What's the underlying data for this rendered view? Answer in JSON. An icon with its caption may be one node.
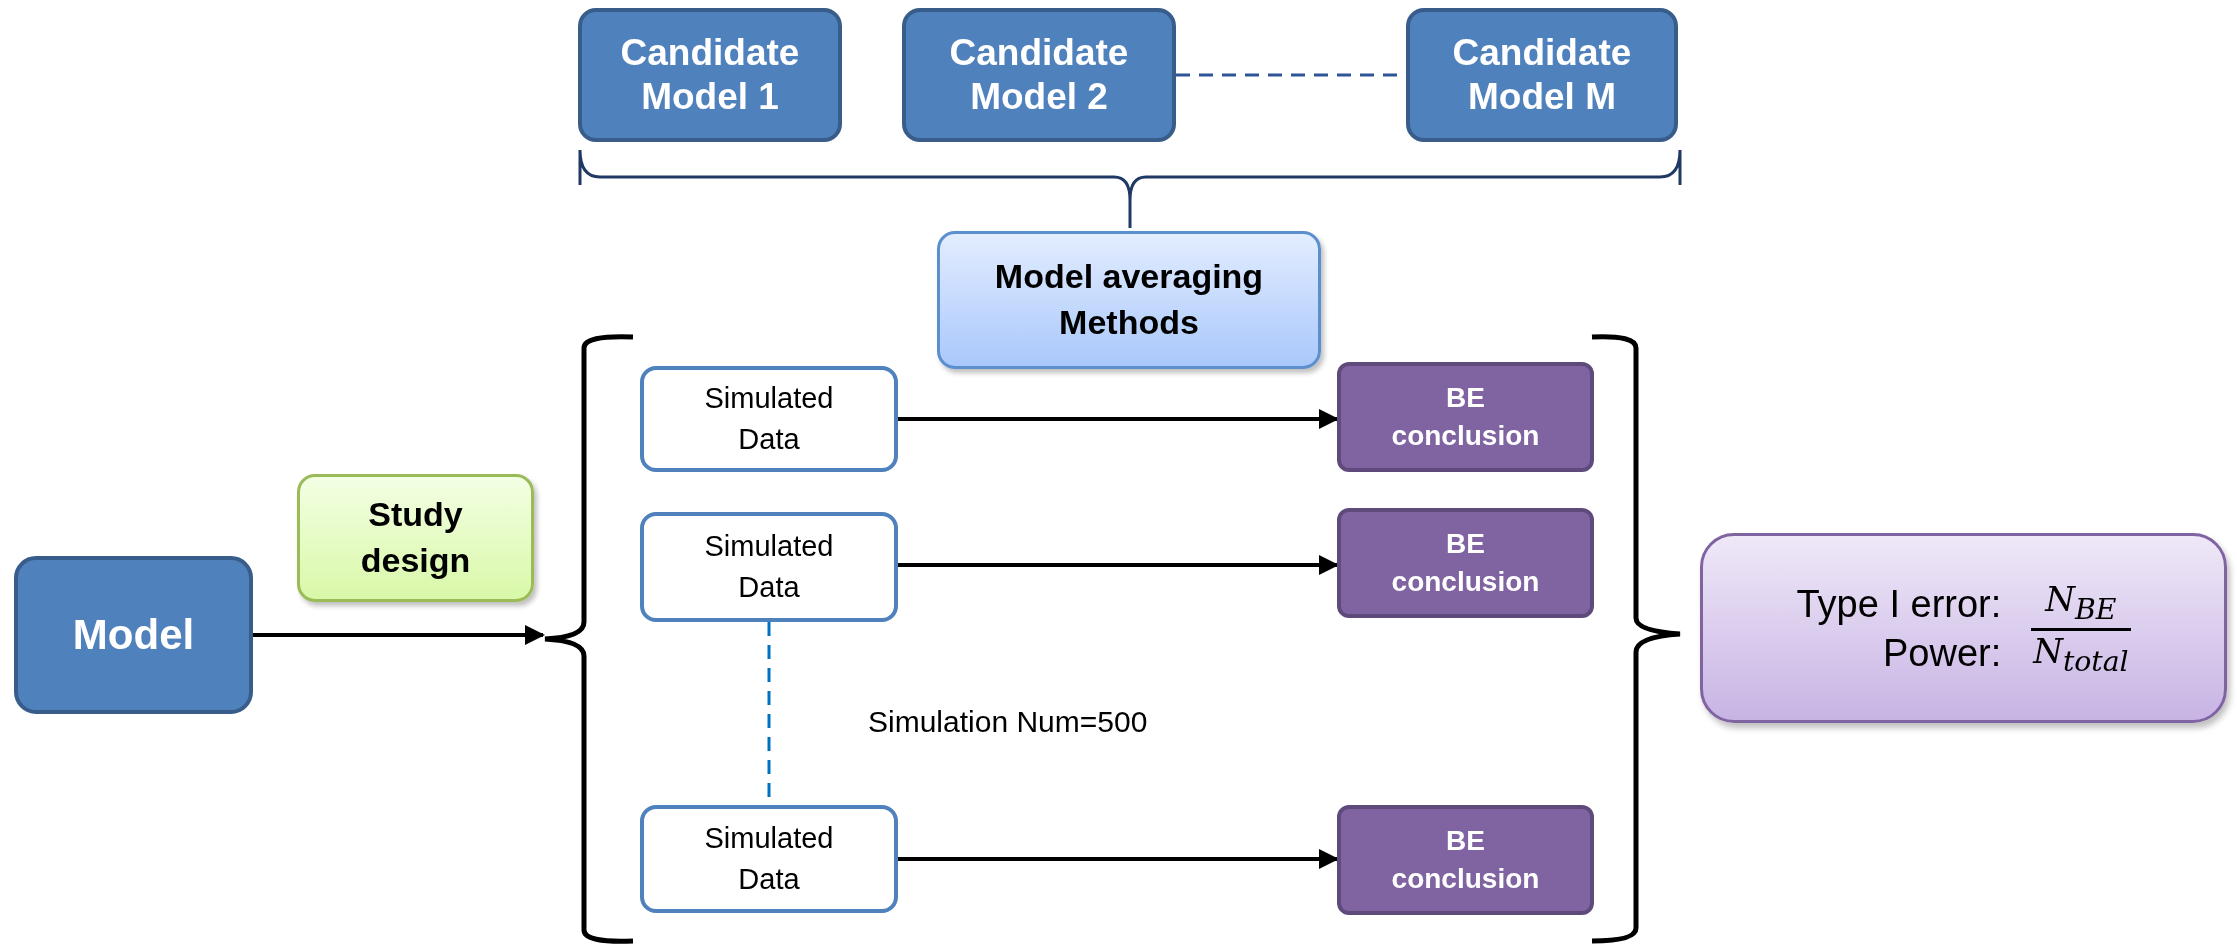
{
  "diagram": {
    "nodes": [
      {
        "text": [
          "Candidate Model 1"
        ]
      },
      {
        "text": [
          "Candidate Model 2"
        ]
      },
      {
        "text": [
          "Candidate Model M"
        ]
      },
      {
        "text": [
          "Model averaging Methods"
        ]
      },
      {
        "text": [
          "Study design"
        ]
      },
      {
        "text": [
          "Model"
        ]
      },
      {
        "text": [
          "Simulated Data"
        ]
      },
      {
        "text": [
          "BE conclusion"
        ]
      },
      {
        "text": [
          "Simulated Data"
        ]
      },
      {
        "text": [
          "BE conclusion"
        ]
      },
      {
        "text": [
          "Simulated Data"
        ]
      },
      {
        "text": [
          "BE conclusion"
        ]
      },
      {
        "text": [
          "Type I error:",
          "Power:",
          "N$_{BE}$",
          "N$_{total}$"
        ]
      },
      {
        "text": [],
        "shape": "bracket"
      }
    ],
    "edges": [
      {
        "from": 1,
        "to": 2,
        "arrow": "none",
        "style": "dashed",
        "color": "#2f5597"
      },
      {
        "from": 5,
        "to": 13,
        "arrow": "to"
      },
      {
        "from": 6,
        "to": 7,
        "arrow": "to"
      },
      {
        "from": 8,
        "to": 9,
        "arrow": "to"
      },
      {
        "from": 10,
        "to": 11,
        "arrow": "to"
      },
      {
        "from": 8,
        "to": 10,
        "arrow": "none",
        "style": "dashed",
        "color": "#0070c0"
      }
    ],
    "labels": [
      "Simulation Num=500"
    ]
  }
}
